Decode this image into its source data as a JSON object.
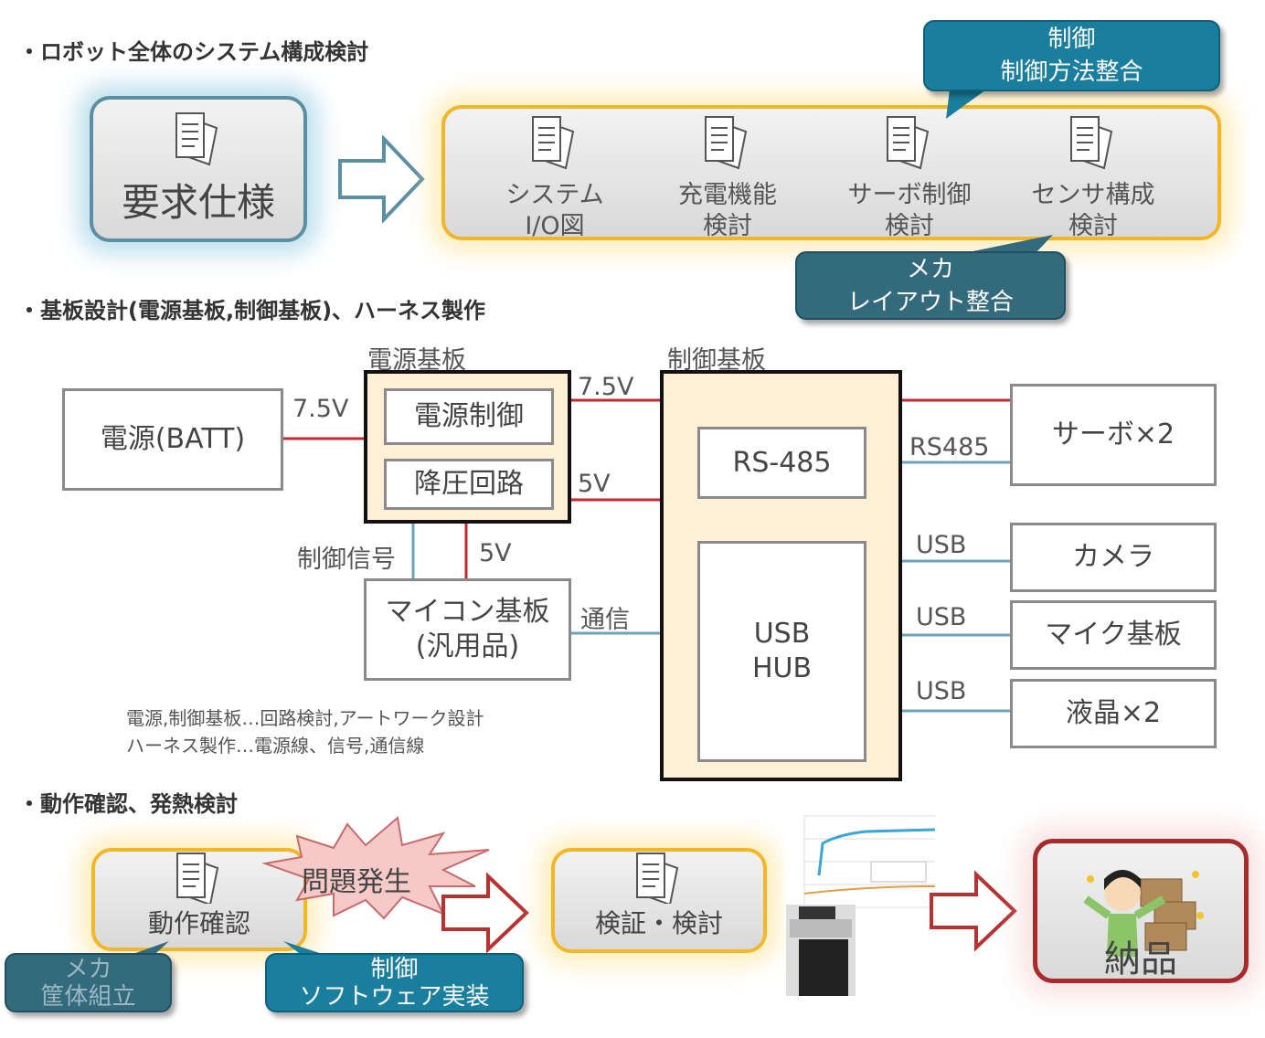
{
  "sections": {
    "system": "・ロボット全体のシステム構成検討",
    "board": "・基板設計(電源基板,制御基板)、ハーネス製作",
    "test": "・動作確認、発熱検討"
  },
  "top": {
    "requirements": "要求仕様",
    "items": [
      {
        "line1": "システム",
        "line2": "I/O図"
      },
      {
        "line1": "充電機能",
        "line2": "検討"
      },
      {
        "line1": "サーボ制御",
        "line2": "検討"
      },
      {
        "line1": "センサ構成",
        "line2": "検討"
      }
    ],
    "callout_control": {
      "line1": "制御",
      "line2": "制御方法整合"
    },
    "callout_mech": {
      "line1": "メカ",
      "line2": "レイアウト整合"
    }
  },
  "block": {
    "power_board_label": "電源基板",
    "control_board_label": "制御基板",
    "battery": "電源(BATT)",
    "power_control": "電源制御",
    "step_down": "降圧回路",
    "mcu_line1": "マイコン基板",
    "mcu_line2": "(汎用品)",
    "rs485_box": "RS-485",
    "usb_hub_line1": "USB",
    "usb_hub_line2": "HUB",
    "servo": "サーボ×2",
    "camera": "カメラ",
    "mic": "マイク基板",
    "lcd": "液晶×2",
    "v75_batt": "7.5V",
    "v75_out": "7.5V",
    "v5_out": "5V",
    "v5_mcu": "5V",
    "ctrl_signal": "制御信号",
    "comm": "通信",
    "rs485_line": "RS485",
    "usb1": "USB",
    "usb2": "USB",
    "usb3": "USB",
    "note1": "電源,制御基板…回路検討,アートワーク設計",
    "note2": "ハーネス製作…電源線、信号,通信線"
  },
  "bottom": {
    "operation_check": "動作確認",
    "problem": "問題発生",
    "verify": "検証・検討",
    "delivery": "納品",
    "callout_mech": {
      "line1": "メカ",
      "line2": "筐体組立"
    },
    "callout_control": {
      "line1": "制御",
      "line2": "ソフトウェア実装"
    }
  },
  "colors": {
    "power_line": "#c8282d",
    "signal_line": "#6aa3ba",
    "accent_teal": "#1a7e9e",
    "yellow_border": "#f3b52a",
    "red_border": "#a82a2a"
  }
}
